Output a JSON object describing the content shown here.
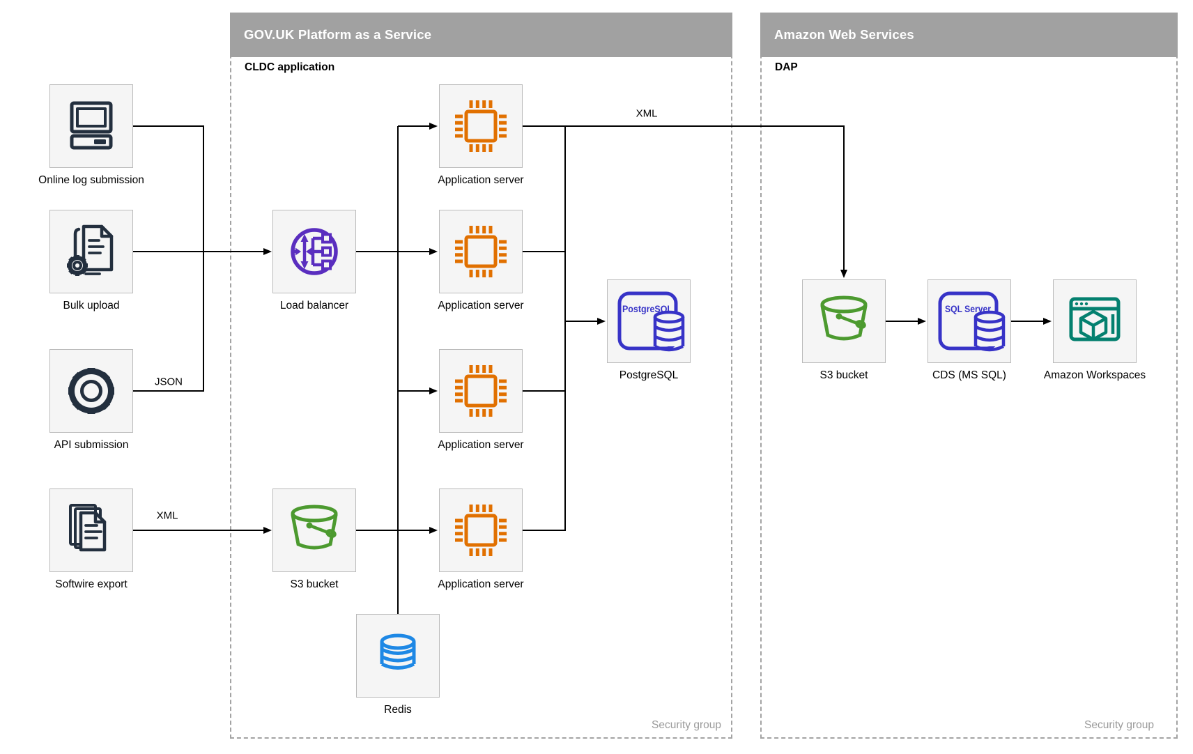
{
  "containers": {
    "paas": {
      "title": "GOV.UK Platform as a Service",
      "sublabel": "CLDC application",
      "footer": "Security group"
    },
    "aws": {
      "title": "Amazon Web Services",
      "sublabel": "DAP",
      "footer": "Security group"
    }
  },
  "nodes": {
    "online": "Online log submission",
    "bulk": "Bulk upload",
    "api": "API submission",
    "softwire": "Softwire export",
    "load_balancer": "Load balancer",
    "app_server": "Application server",
    "postgresql": "PostgreSQL",
    "s3_paas": "S3 bucket",
    "redis": "Redis",
    "s3_aws": "S3 bucket",
    "cds": "CDS (MS SQL)",
    "workspaces": "Amazon Workspaces"
  },
  "badges": {
    "postgres": "PostgreSQL",
    "sqlserver": "SQL Server"
  },
  "edges": {
    "json": "JSON",
    "xml_softwire": "XML",
    "xml_top": "XML"
  },
  "colors": {
    "header_bar": "#a1a1a1",
    "node_fill": "#f5f5f5",
    "node_border": "#bababa",
    "dashed_border": "#a3a3a3",
    "line": "#000000",
    "navy_icon": "#232f3e",
    "orange_chip": "#e17000",
    "purple_lb": "#5a2ebf",
    "indigo_db": "#3733c7",
    "redis_blue": "#1e88e5",
    "bucket_green": "#4c9a2f",
    "workspaces_teal": "#04806f",
    "security_text": "#9a9a9a"
  }
}
